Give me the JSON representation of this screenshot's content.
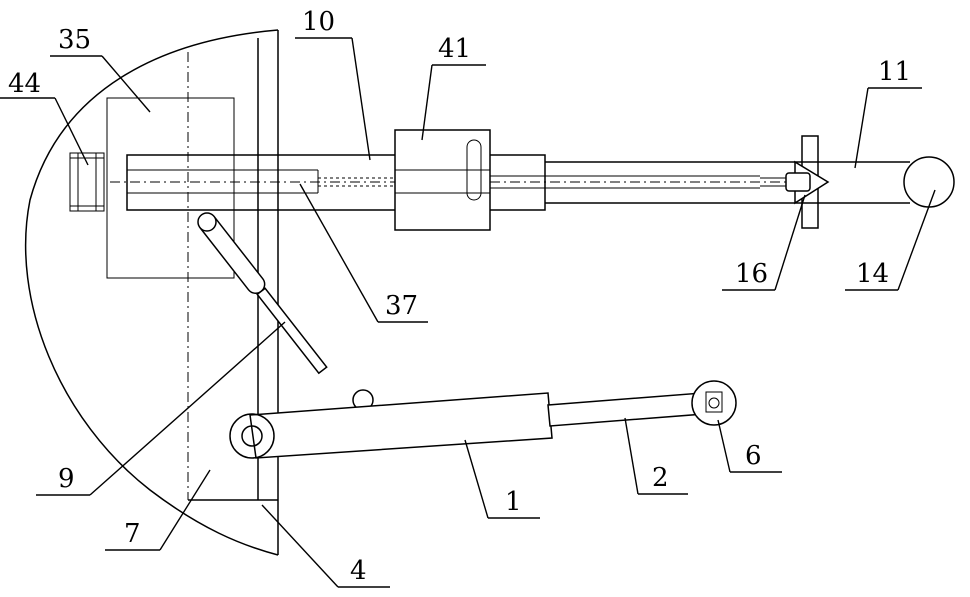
{
  "labels": {
    "l1": "1",
    "l2": "2",
    "l4": "4",
    "l6": "6",
    "l7": "7",
    "l9": "9",
    "l10": "10",
    "l11": "11",
    "l14": "14",
    "l16": "16",
    "l35": "35",
    "l37": "37",
    "l41": "41",
    "l44": "44"
  }
}
